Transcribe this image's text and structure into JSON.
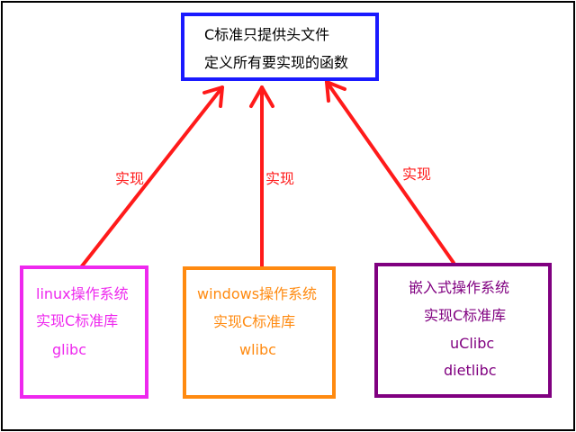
{
  "colors": {
    "standard_border": "#1a1aff",
    "linux": "#ee28ee",
    "windows": "#ff8a10",
    "embedded": "#800080",
    "arrow": "#ff1a1a",
    "text": "#000000"
  },
  "standard": {
    "line1": "C标准只提供头文件",
    "line2": "定义所有要实现的函数"
  },
  "implementations": [
    {
      "line1": "linux操作系统",
      "line2": "实现C标准库",
      "line3": "glibc"
    },
    {
      "line1": "windows操作系统",
      "line2": "实现C标准库",
      "line3": "wlibc"
    },
    {
      "line1": "嵌入式操作系统",
      "line2": "实现C标准库",
      "line3": "uClibc",
      "line4": "dietlibc"
    }
  ],
  "arrow_labels": [
    "实现",
    "实现",
    "实现"
  ]
}
